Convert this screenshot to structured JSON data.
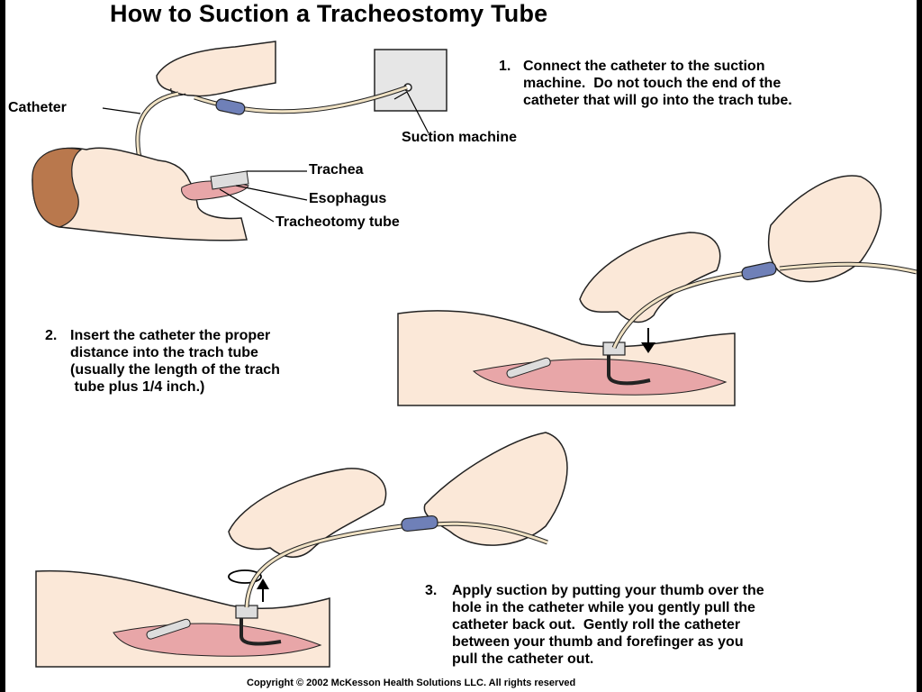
{
  "title": "How to Suction a Tracheostomy Tube",
  "labels": {
    "catheter": "Catheter",
    "suction_machine": "Suction machine",
    "trachea": "Trachea",
    "esophagus": "Esophagus",
    "tracheotomy_tube": "Tracheotomy tube"
  },
  "steps": [
    {
      "number": "1.",
      "text": "Connect the catheter to the suction\nmachine.  Do not touch the end of the\ncatheter that will go into the trach tube."
    },
    {
      "number": "2.",
      "text": "Insert the catheter the proper\ndistance into the trach tube\n(usually the length of the trach\n tube plus 1/4 inch.)"
    },
    {
      "number": "3.",
      "text": "Apply suction by putting your thumb over the\nhole in the catheter while you gently pull the\ncatheter back out.  Gently roll the catheter\nbetween your thumb and forefinger as you\npull the catheter out."
    }
  ],
  "copyright": "Copyright © 2002 McKesson Health Solutions LLC. All rights reserved",
  "colors": {
    "skin": "#fbe8d8",
    "tissue": "#e8a6a8",
    "hair": "#b9784d",
    "connector": "#6f80b8",
    "machine": "#e6e6e6",
    "catheter": "#f0e2c4"
  }
}
